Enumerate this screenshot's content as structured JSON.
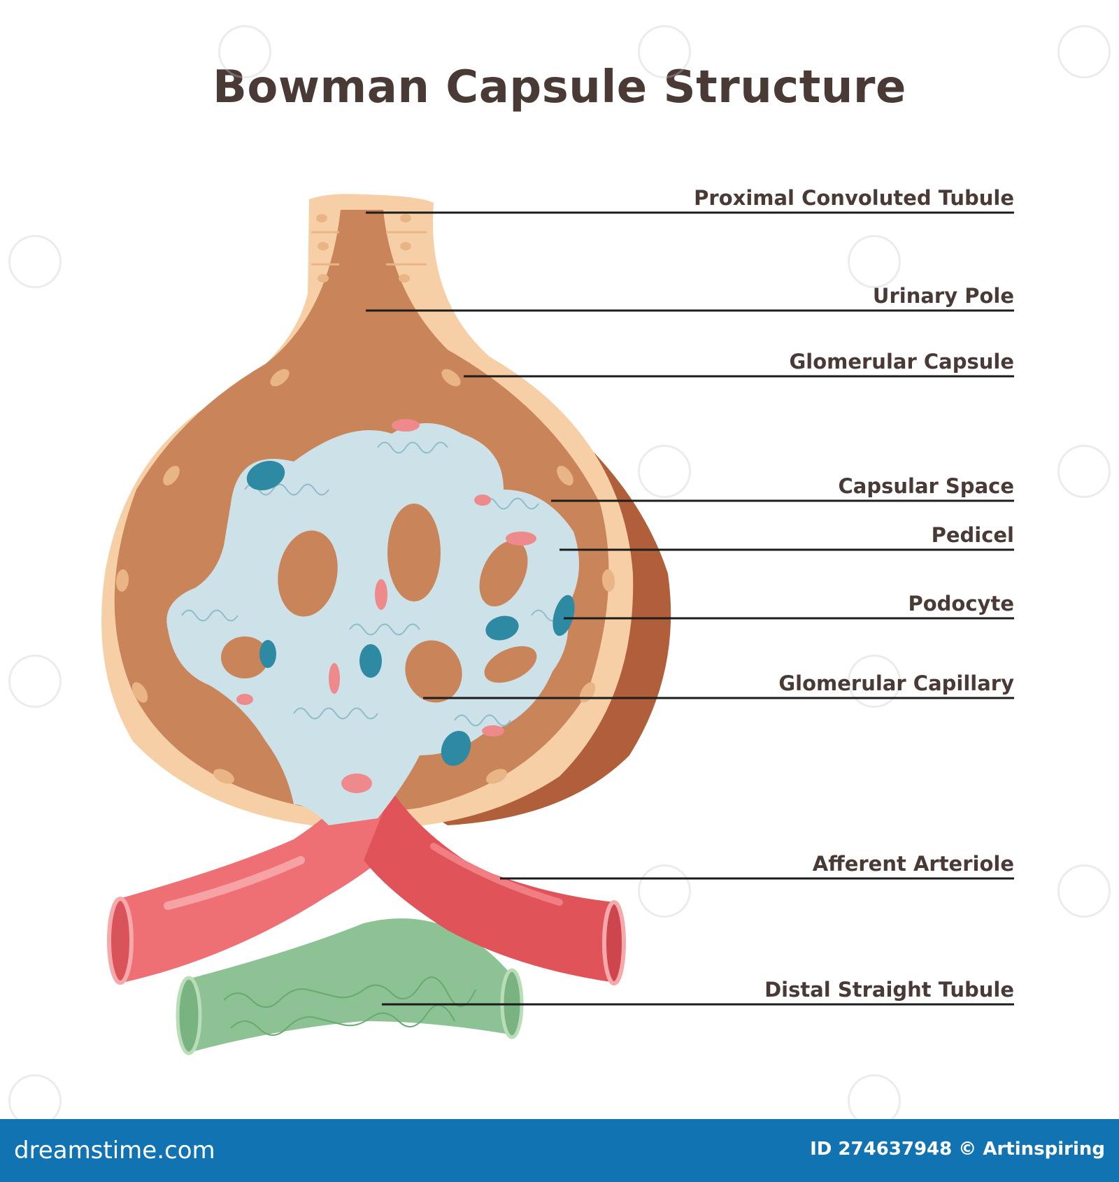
{
  "title": "Bowman Capsule Structure",
  "labels": {
    "proximal_convoluted_tubule": "Proximal Convoluted Tubule",
    "urinary_pole": "Urinary Pole",
    "glomerular_capsule": "Glomerular Capsule",
    "capsular_space": "Capsular Space",
    "pedicel": "Pedicel",
    "podocyte": "Podocyte",
    "glomerular_capillary": "Glomerular Capillary",
    "afferent_arteriole": "Afferent Arteriole",
    "distal_straight_tubule": "Distal Straight Tubule"
  },
  "footer": {
    "brand": "dreamstime.com",
    "id_text": "ID 274637948 © Artinspiring"
  },
  "colors": {
    "capsule_wall": "#f6cfa6",
    "capsular_space": "#c98559",
    "capsule_shadow": "#b05f3a",
    "capillary": "#cde1e8",
    "capillary_line": "#8fbccb",
    "podocyte_nucleus": "#2e8aa3",
    "pedicel_pink": "#ee8a8c",
    "arteriole": "#e46469",
    "arteriole_light": "#f07e83",
    "distal_tubule": "#8cc294",
    "title_text": "#4a3a36",
    "footer_bg": "#1173b1"
  }
}
